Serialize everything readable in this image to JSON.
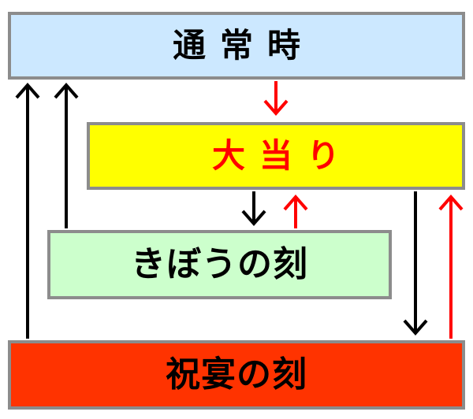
{
  "states": {
    "normal": {
      "label": "通常時",
      "fill": "#cce8ff",
      "text_color": "#000000"
    },
    "jackpot": {
      "label": "大当り",
      "fill": "#ffff00",
      "text_color": "#ff0000"
    },
    "hope": {
      "label": "きぼうの刻",
      "fill": "#ccffcc",
      "text_color": "#000000"
    },
    "celebration": {
      "label": "祝宴の刻",
      "fill": "#ff3300",
      "text_color": "#000000"
    }
  },
  "colors": {
    "border": "#8c8c8c",
    "arrow_black": "#000000",
    "arrow_red": "#ff0000"
  },
  "transitions": [
    {
      "from": "normal",
      "to": "jackpot",
      "color": "red"
    },
    {
      "from": "jackpot",
      "to": "hope",
      "color": "black"
    },
    {
      "from": "hope",
      "to": "jackpot",
      "color": "red"
    },
    {
      "from": "jackpot",
      "to": "celebration",
      "color": "black"
    },
    {
      "from": "celebration",
      "to": "jackpot",
      "color": "red"
    },
    {
      "from": "hope",
      "to": "normal",
      "color": "black"
    },
    {
      "from": "celebration",
      "to": "normal",
      "color": "black"
    }
  ]
}
